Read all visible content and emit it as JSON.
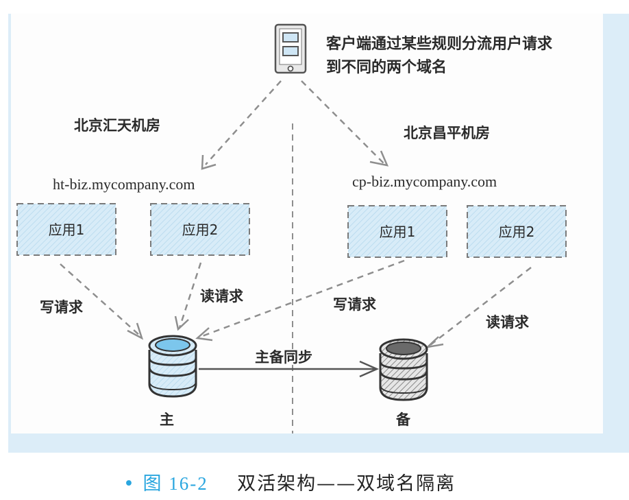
{
  "figure": {
    "client_note_line1": "客户端通过某些规则分流用户请求",
    "client_note_line2": "到不同的两个域名",
    "left_dc": {
      "title": "北京汇天机房",
      "domain": "ht-biz.mycompany.com",
      "apps": [
        "应用1",
        "应用2"
      ]
    },
    "right_dc": {
      "title": "北京昌平机房",
      "domain": "cp-biz.mycompany.com",
      "apps": [
        "应用1",
        "应用2"
      ]
    },
    "edge_labels": {
      "left_write": "写请求",
      "left_read": "读请求",
      "right_write": "写请求",
      "right_read": "读请求",
      "sync": "主备同步"
    },
    "databases": {
      "primary_label": "主",
      "standby_label": "备"
    },
    "icons": {
      "client": "mobile-phone-icon",
      "primary_db": "database-icon",
      "standby_db": "database-icon"
    },
    "colors": {
      "panel_bg": "#fdfdfd",
      "outer_bg": "#dcedf8",
      "app_fill": "#d6eaf6",
      "primary_db_top": "#7cc6ec",
      "standby_db_top": "#6a6a6a",
      "accent": "#2aa6df"
    }
  },
  "caption": {
    "bullet": "•",
    "number": "图 16-2",
    "title": "双活架构——双域名隔离"
  }
}
